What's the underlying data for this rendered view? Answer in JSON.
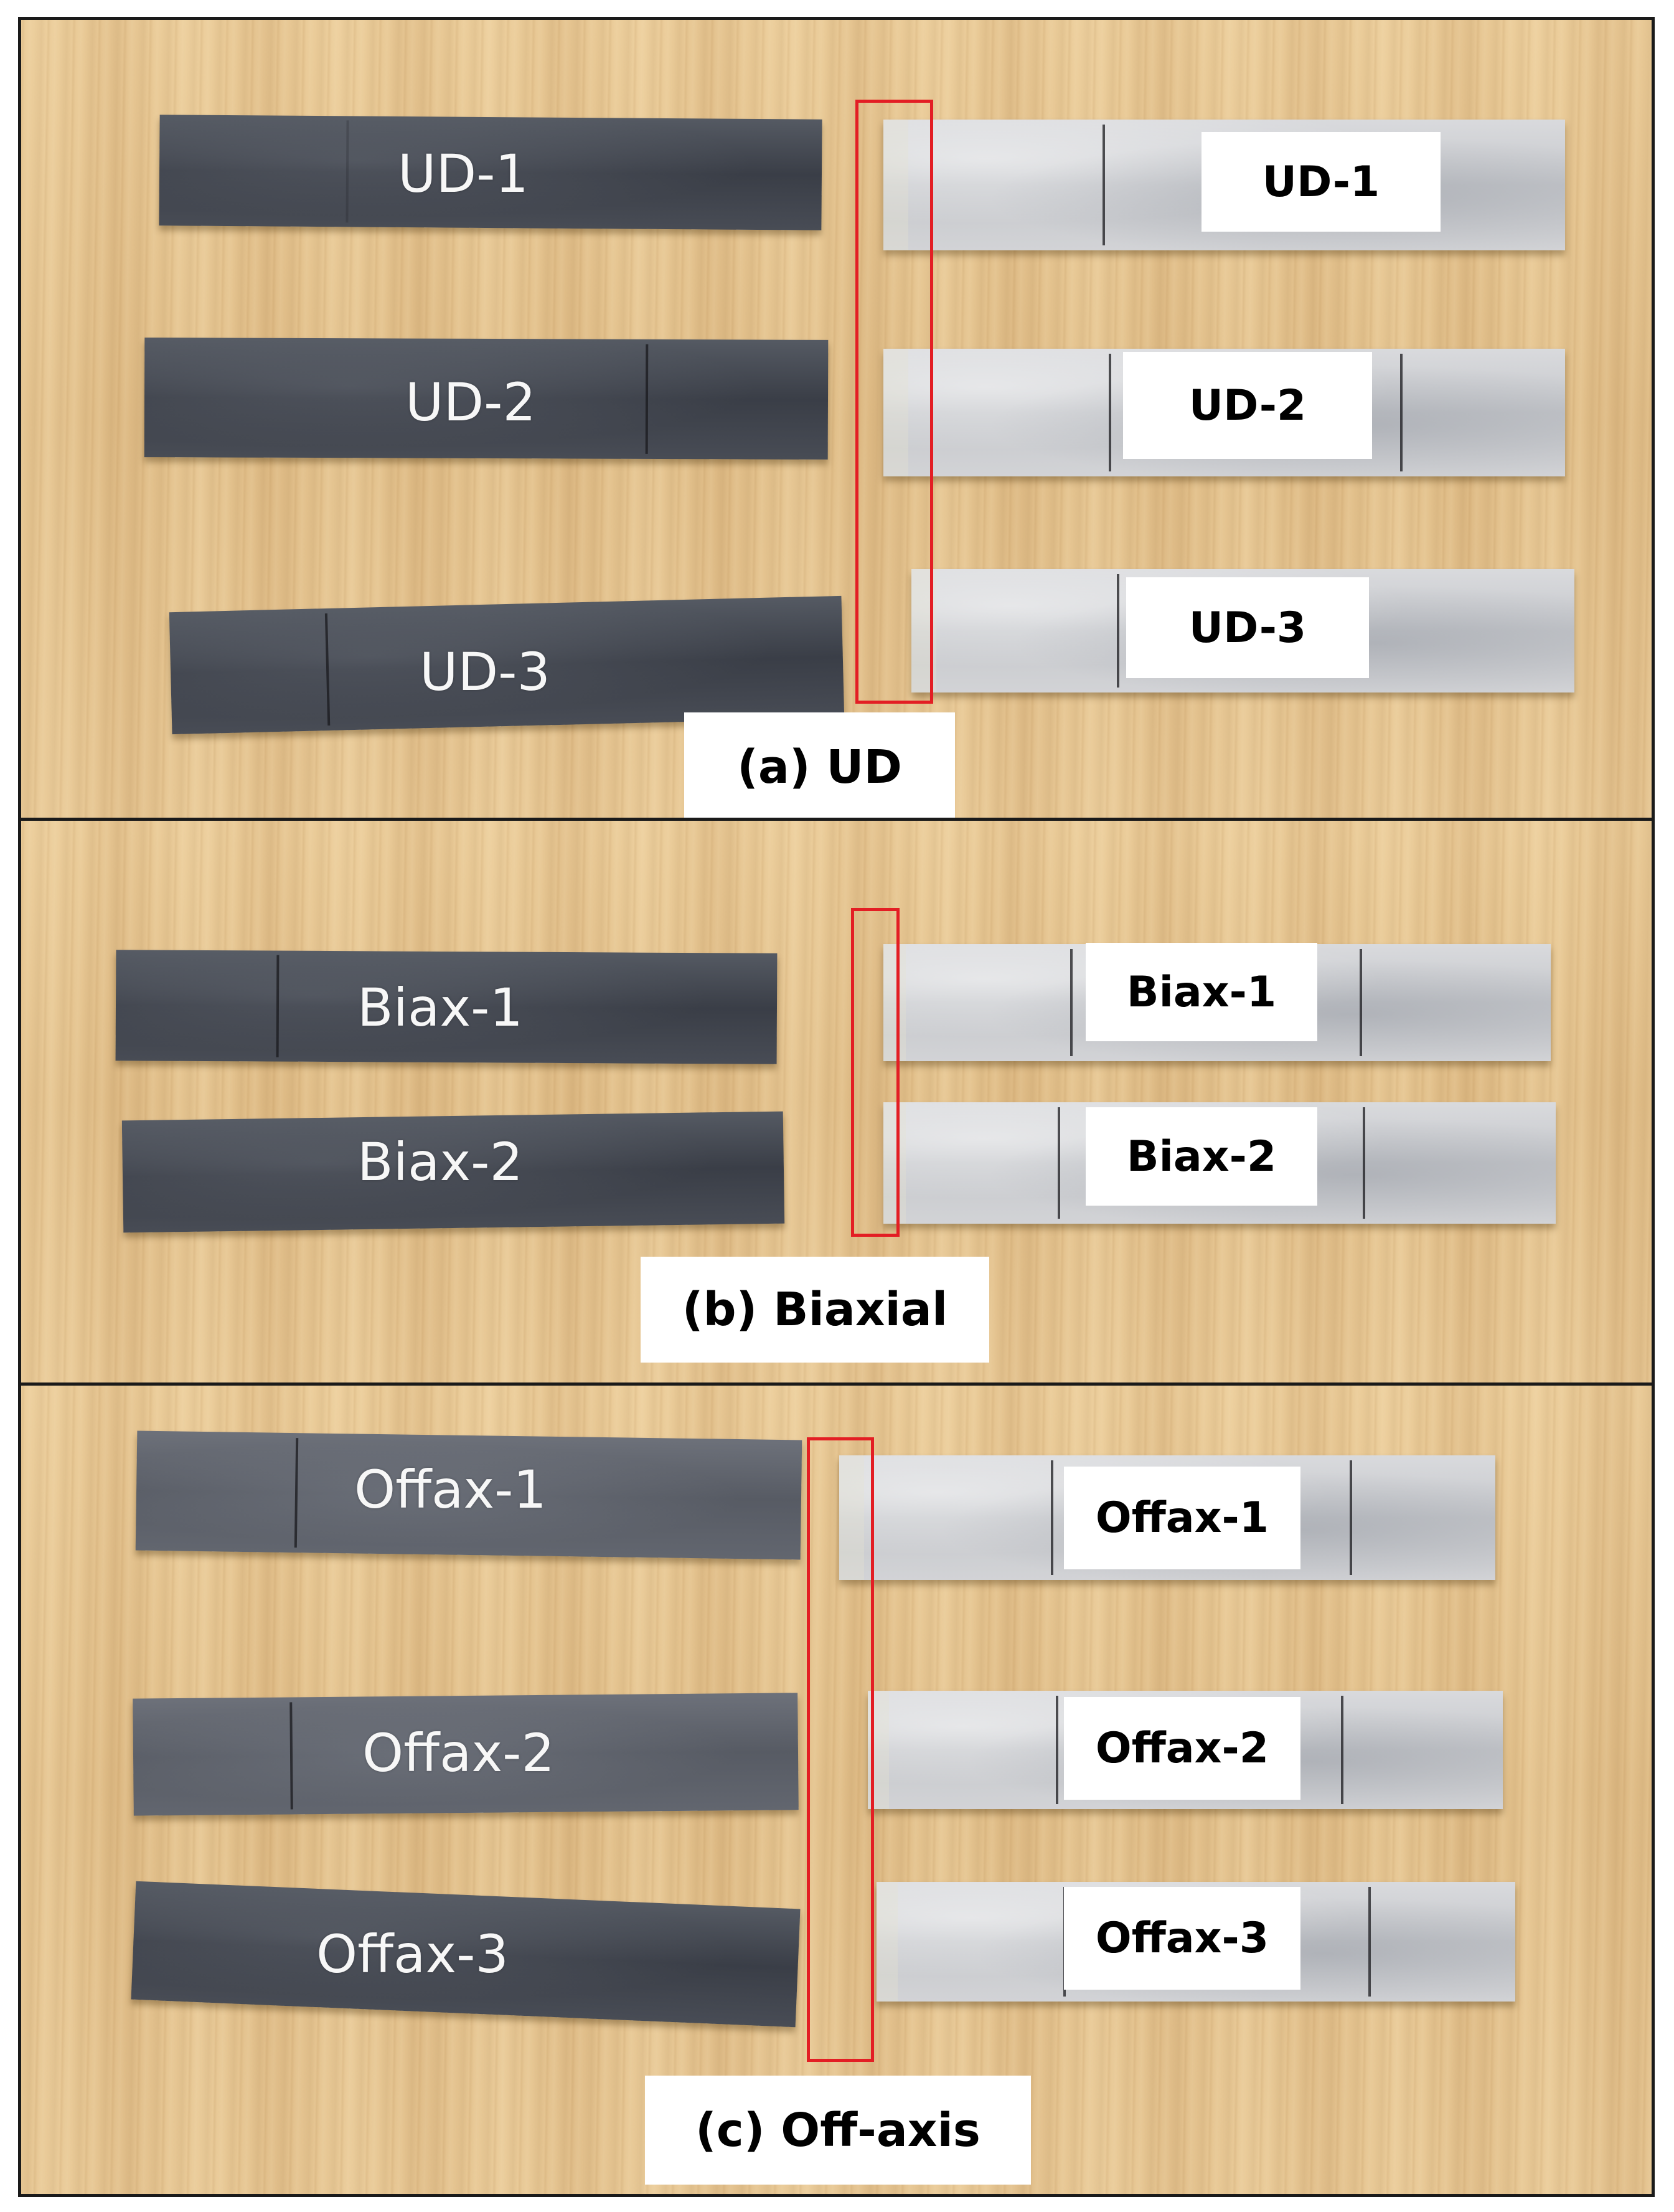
{
  "panels": {
    "a": {
      "caption": "(a) UD",
      "left_labels": [
        "UD-1",
        "UD-2",
        "UD-3"
      ],
      "right_labels": [
        "UD-1",
        "UD-2",
        "UD-3"
      ]
    },
    "b": {
      "caption": "(b) Biaxial",
      "left_labels": [
        "Biax-1",
        "Biax-2"
      ],
      "right_labels": [
        "Biax-1",
        "Biax-2"
      ]
    },
    "c": {
      "caption": "(c) Off-axis",
      "left_labels": [
        "Offax-1",
        "Offax-2",
        "Offax-3"
      ],
      "right_labels": [
        "Offax-1",
        "Offax-2",
        "Offax-3"
      ]
    }
  },
  "colors": {
    "border": "#1a1a1a",
    "highlight_box": "#e31e24",
    "label_box": "#ffffff",
    "wood": "#e6c591",
    "specimen_dark": "#454952",
    "specimen_silver": "#cfd0d3"
  }
}
